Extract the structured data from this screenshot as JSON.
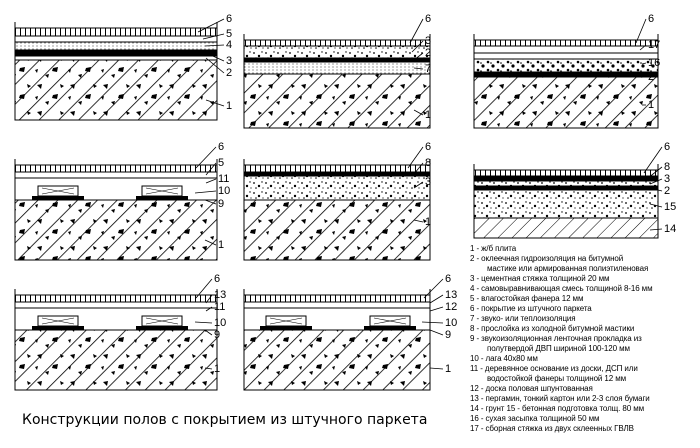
{
  "figure": {
    "caption": "Конструкции полов с покрытием из штучного паркета"
  },
  "legend": {
    "items": [
      "1 - ж/б плита",
      "2 - оклеечная гидроизоляция на битумной",
      "мастике или армированная полиэтиленовая",
      "3 - цементная стяжка толщиной 20 мм",
      "4 - самовыравнивающая смесь толщиной 8-16 мм",
      "5 - влагостойкая фанера 12 мм",
      "6 - покрытие из штучного паркета",
      "7 - звуко- или теплоизоляция",
      "8 - прослойка из холодной битумной мастики",
      "9 - звукоизоляционная ленточная прокладка из",
      "полутвердой ДВП шириной 100-120 мм",
      "10 - лага 40х80 мм",
      "11 - деревянное основание из доски, ДСП или",
      "водостойкой фанеры толщиной 12 мм",
      "12 - доска половая шпунтованная",
      "13 - пергамин, тонкий картон или 2-3 слоя бумаги",
      "14 - грунт      15 - бетонная подготовка толщ. 80 мм",
      "16 - сухая засыпка толщиной 50 мм",
      "17 - сборная стяжка из двух склеенных ГВЛВ"
    ]
  },
  "sections": [
    {
      "id": "a",
      "labels": [
        "6",
        "5",
        "4",
        "3",
        "2",
        "1"
      ]
    },
    {
      "id": "b",
      "labels": [
        "6",
        "3",
        "2",
        "7",
        "1"
      ]
    },
    {
      "id": "c",
      "labels": [
        "6",
        "17",
        "16",
        "2",
        "1"
      ]
    },
    {
      "id": "d",
      "labels": [
        "6",
        "5",
        "11",
        "10",
        "9",
        "1"
      ]
    },
    {
      "id": "e",
      "labels": [
        "6",
        "8",
        "3",
        "1"
      ]
    },
    {
      "id": "f",
      "labels": [
        "6",
        "8",
        "3",
        "2",
        "15",
        "14"
      ]
    },
    {
      "id": "g",
      "labels": [
        "6",
        "13",
        "11",
        "10",
        "9",
        "1"
      ]
    },
    {
      "id": "h",
      "labels": [
        "6",
        "13",
        "12",
        "10",
        "9",
        "1"
      ]
    }
  ]
}
